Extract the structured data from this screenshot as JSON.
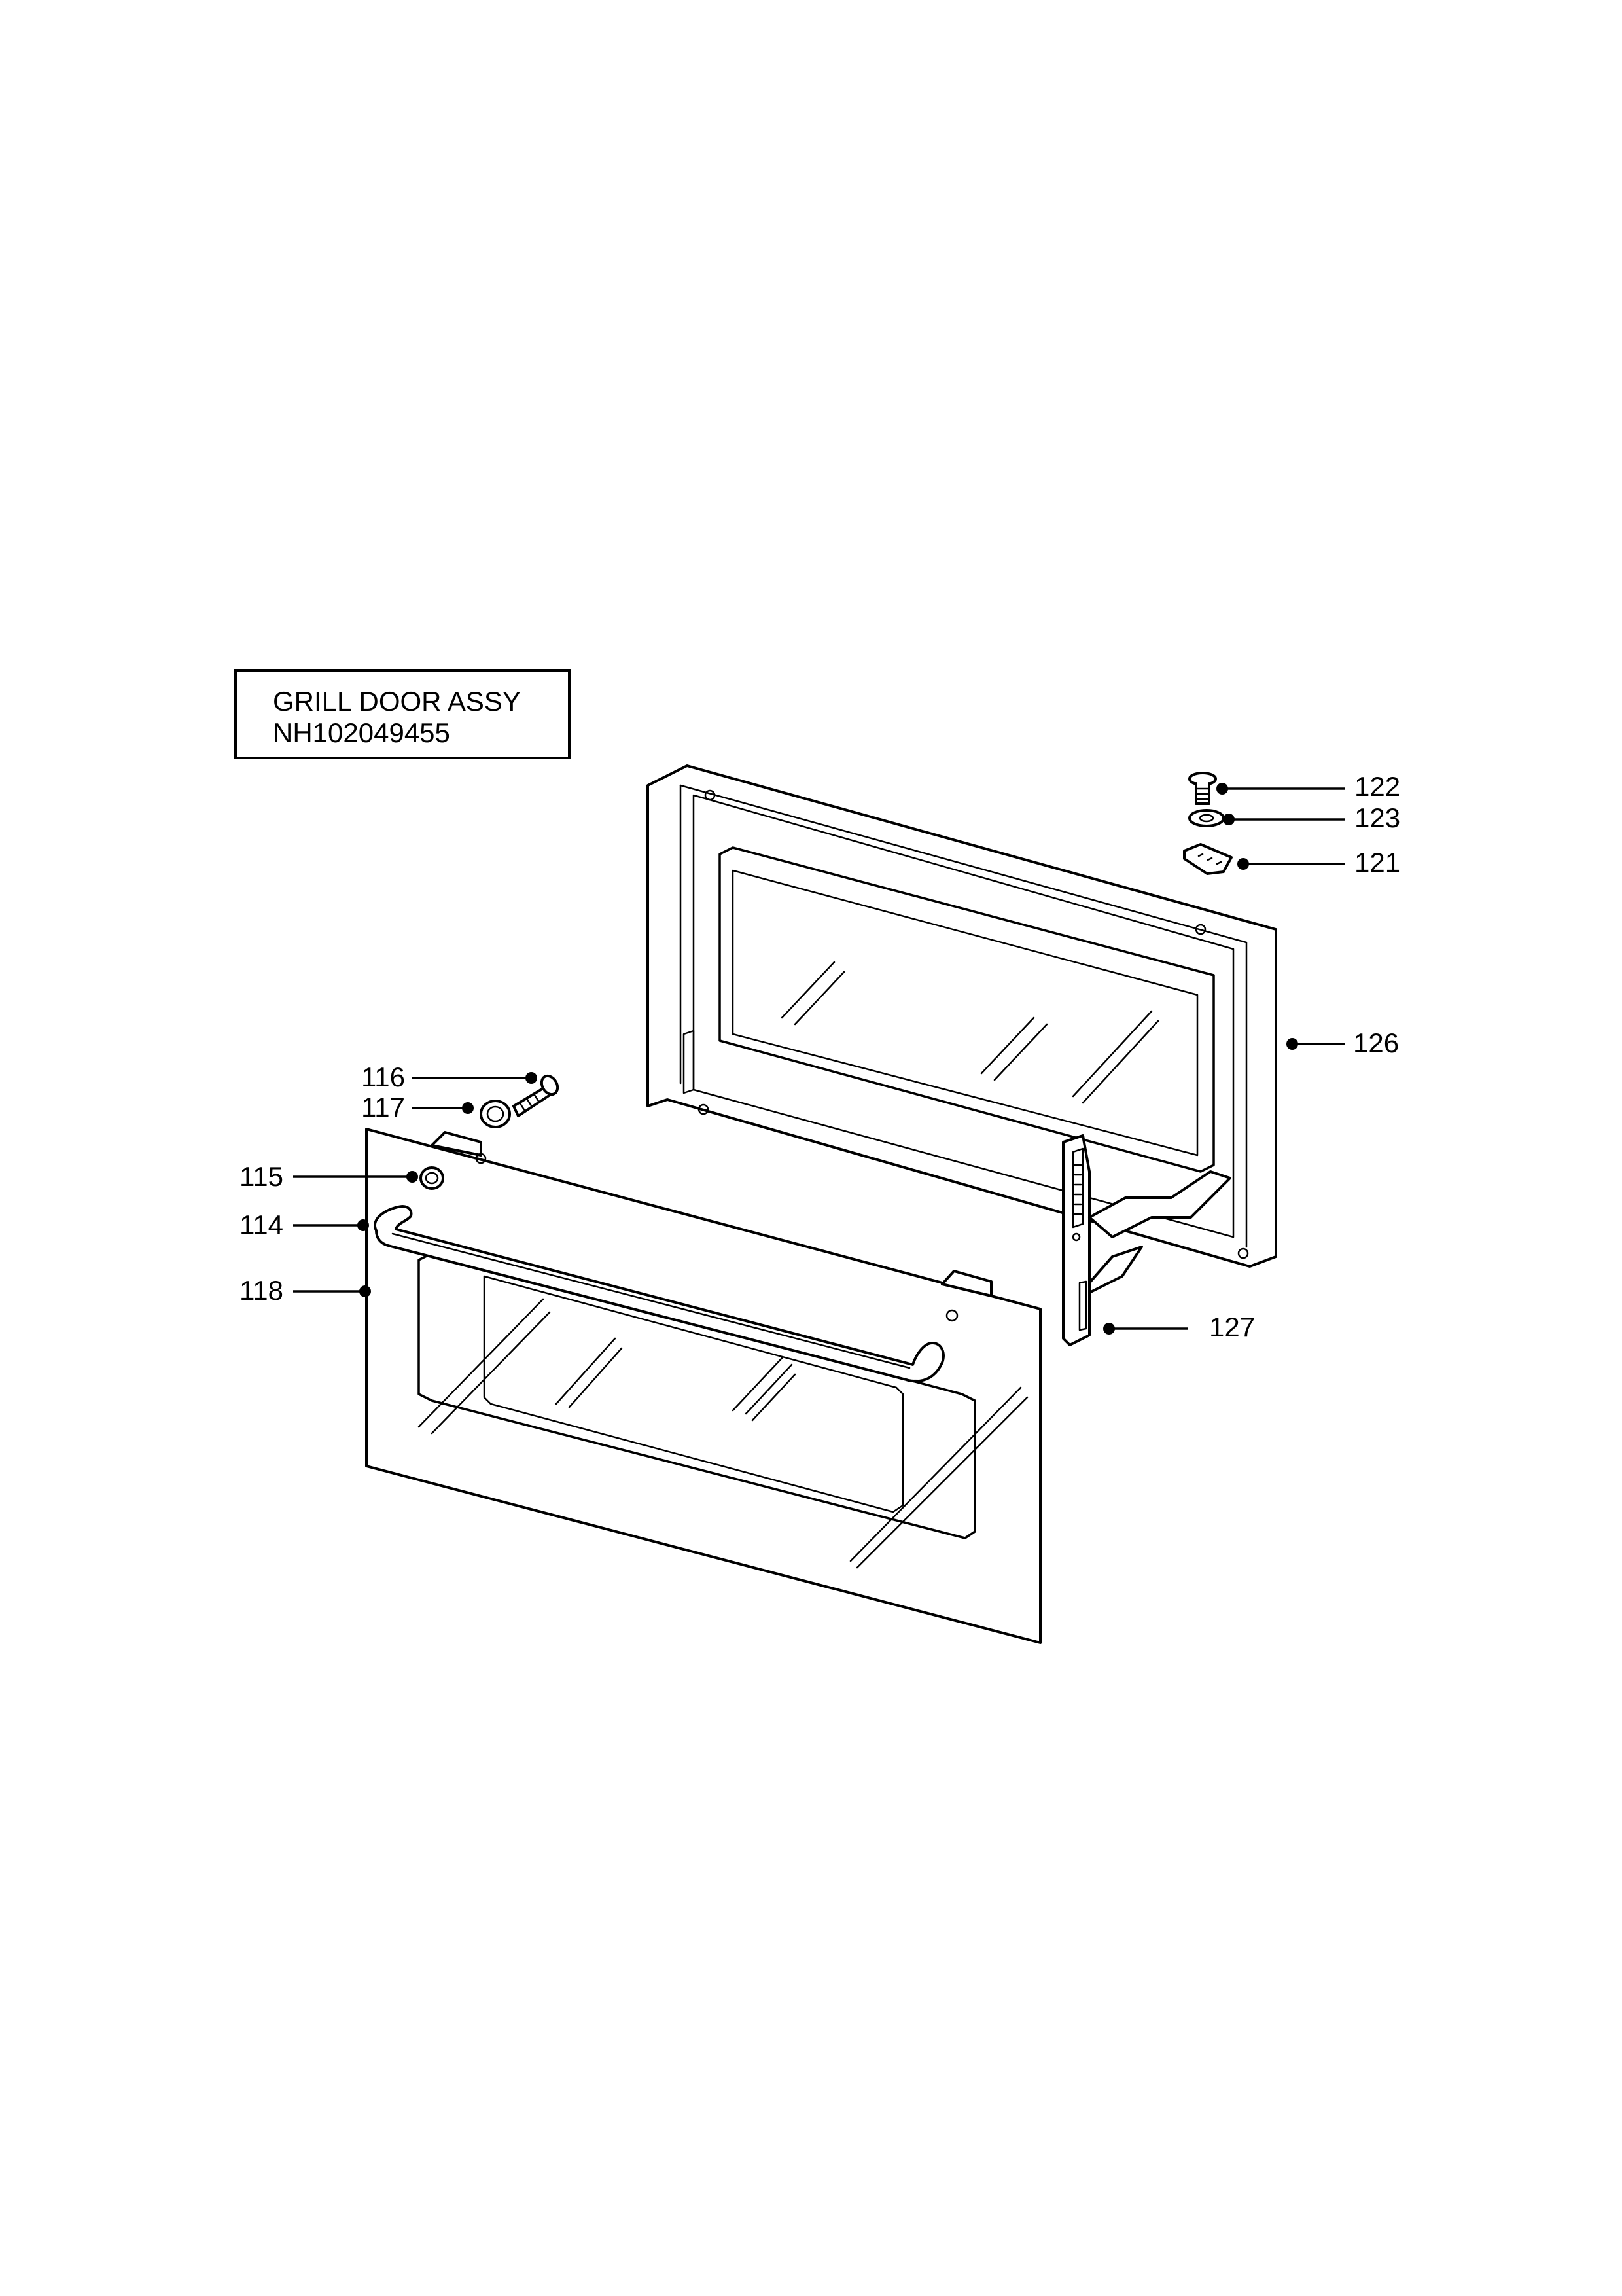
{
  "title_box": {
    "line1": "GRILL DOOR ASSY",
    "line2": "NH102049455"
  },
  "callouts": {
    "c122": "122",
    "c123": "123",
    "c121": "121",
    "c126": "126",
    "c116": "116",
    "c117": "117",
    "c115": "115",
    "c114": "114",
    "c118": "118",
    "c127": "127"
  }
}
